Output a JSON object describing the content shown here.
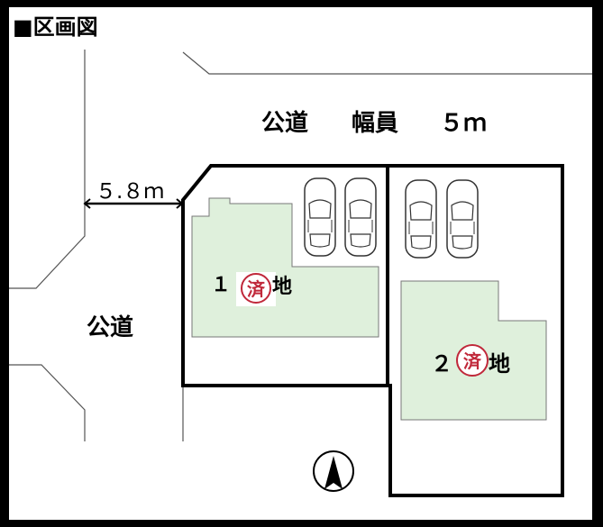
{
  "title": "■区画図",
  "road_top": {
    "label": "公道",
    "width_label": "幅員",
    "width_value": "５ｍ"
  },
  "road_left": {
    "label": "公道"
  },
  "dimension_label": "５.８ｍ",
  "lots": [
    {
      "number": "１",
      "suffix": "地",
      "stamp": "済"
    },
    {
      "number": "２",
      "suffix": "地",
      "stamp": "済"
    }
  ],
  "colors": {
    "lot_fill": "#dff0dc",
    "seal": "#c0283a",
    "frame": "#000000",
    "background": "#ffffff"
  },
  "icons": [
    "north-arrow-icon",
    "car-icon"
  ]
}
